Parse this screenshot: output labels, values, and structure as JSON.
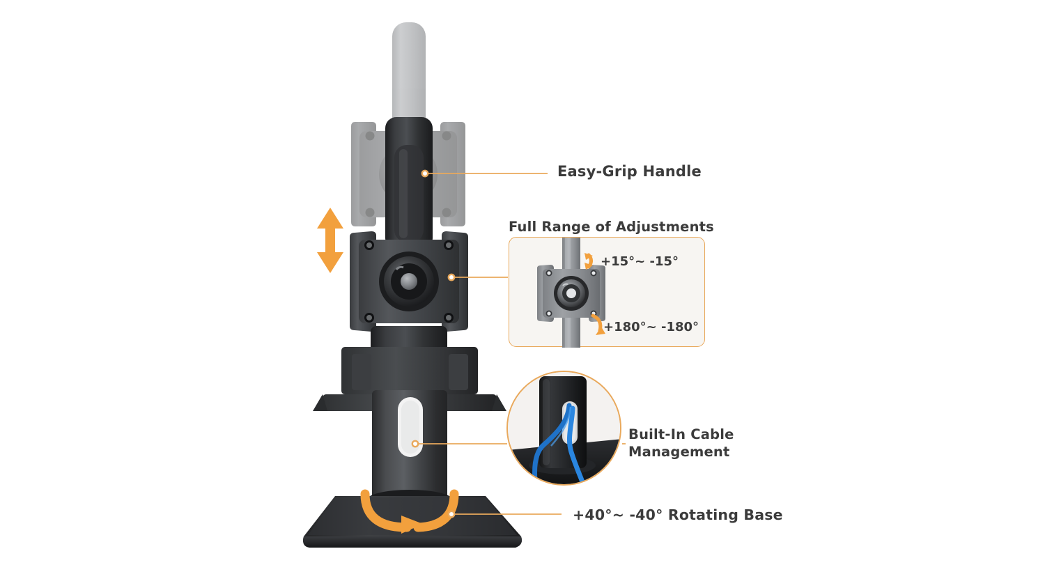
{
  "page": {
    "type": "product-feature-infographic",
    "product": "height-adjustable single monitor desk stand",
    "background_color": "#ffffff",
    "accent_color": "#f2a03d",
    "leader_color": "#e9a95c",
    "text_color": "#3b3b3b",
    "callout_fill": "#f7f5f2"
  },
  "callouts": {
    "handle": {
      "label": "Easy-Grip Handle"
    },
    "range": {
      "title": "Full Range of Adjustments",
      "tilt": "+15°~ -15°",
      "rotation": "+180°~ -180°"
    },
    "cable": {
      "label_line1": "Built-In Cable",
      "label_line2": "Management"
    },
    "base": {
      "label": "+40°~ -40° Rotating Base"
    }
  },
  "icons": {
    "height_arrow": "up-down-arrow-icon",
    "tilt_arrow": "tilt-curved-arrow-icon",
    "swivel_arrow": "swivel-curved-arrow-icon",
    "rotate_arrow": "base-rotate-arrow-icon"
  }
}
